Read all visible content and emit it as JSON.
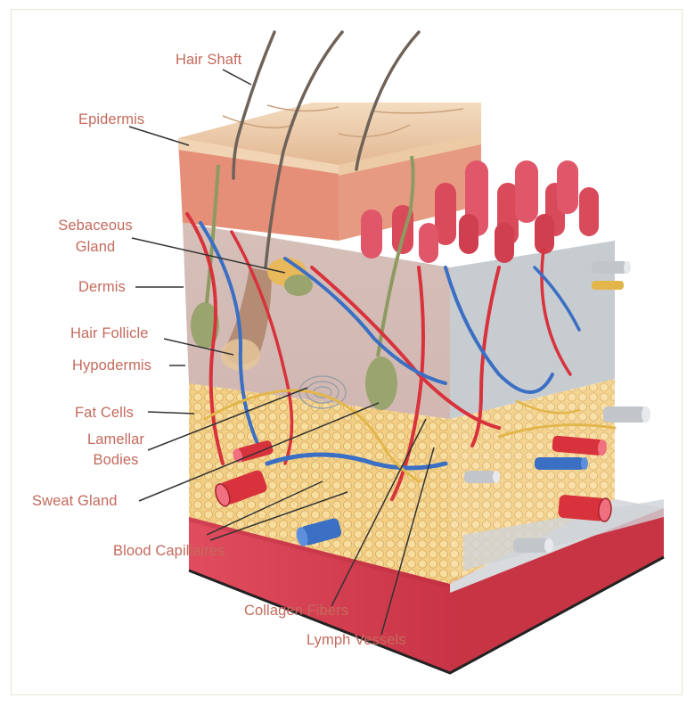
{
  "labels": {
    "hair_shaft": "Hair Shaft",
    "epidermis": "Epidermis",
    "sebaceous_gland_line1": "Sebaceous",
    "sebaceous_gland_line2": "Gland",
    "dermis": "Dermis",
    "hair_follicle": "Hair Follicle",
    "hypodermis": "Hypodermis",
    "fat_cells": "Fat Cells",
    "lamellar_bodies_line1": "Lamellar",
    "lamellar_bodies_line2": "Bodies",
    "sweat_gland": "Sweat Gland",
    "blood_capillaires": "Blood Capillaires",
    "collagen_fibers": "Collagen Fibers",
    "lymph_vessels": "Lymph Vessels"
  },
  "colors": {
    "label_text": "#c36a5c",
    "leader_line": "#333333",
    "epidermis": "#e9c9a6",
    "dermis": "#e8937e",
    "papillae": "#d94a5a",
    "fat": "#f0c77a",
    "muscle": "#d9465a",
    "artery": "#d8323c",
    "vein": "#3a6fc4",
    "connective": "#c9cdd2",
    "nerve": "#e2b64a",
    "gland": "#9aa46e"
  }
}
